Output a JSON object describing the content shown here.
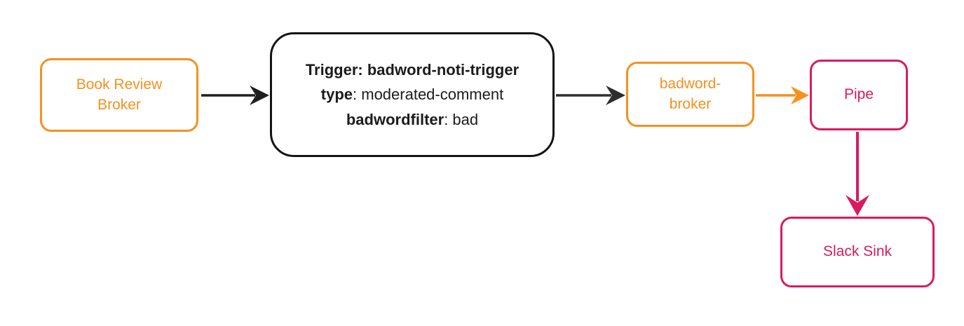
{
  "diagram": {
    "title": "event flow diagram",
    "nodes": {
      "book_review_broker": {
        "line1": "Book Review",
        "line2": "Broker",
        "type": "broker"
      },
      "trigger": {
        "line1": "Trigger: badword-noti-trigger",
        "line2_key": "type",
        "line2_value": ": moderated-comment",
        "line3_key": "badwordfilter",
        "line3_value": ": bad",
        "type": "trigger"
      },
      "badword_broker": {
        "line1": "badword-",
        "line2": "broker",
        "type": "broker"
      },
      "pipe": {
        "label": "Pipe",
        "type": "pipe"
      },
      "slack_sink": {
        "label": "Slack Sink",
        "type": "sink"
      }
    },
    "edges": [
      {
        "from": "book_review_broker",
        "to": "trigger",
        "color": "#1f1f1f"
      },
      {
        "from": "trigger",
        "to": "badword_broker",
        "color": "#2e2e2e"
      },
      {
        "from": "badword_broker",
        "to": "pipe",
        "color": "#F59120"
      },
      {
        "from": "pipe",
        "to": "slack_sink",
        "color": "#D81B60"
      }
    ],
    "colors": {
      "orange": "#F59120",
      "pink": "#D81B60",
      "black": "#1f1f1f",
      "background": "#ffffff"
    }
  }
}
